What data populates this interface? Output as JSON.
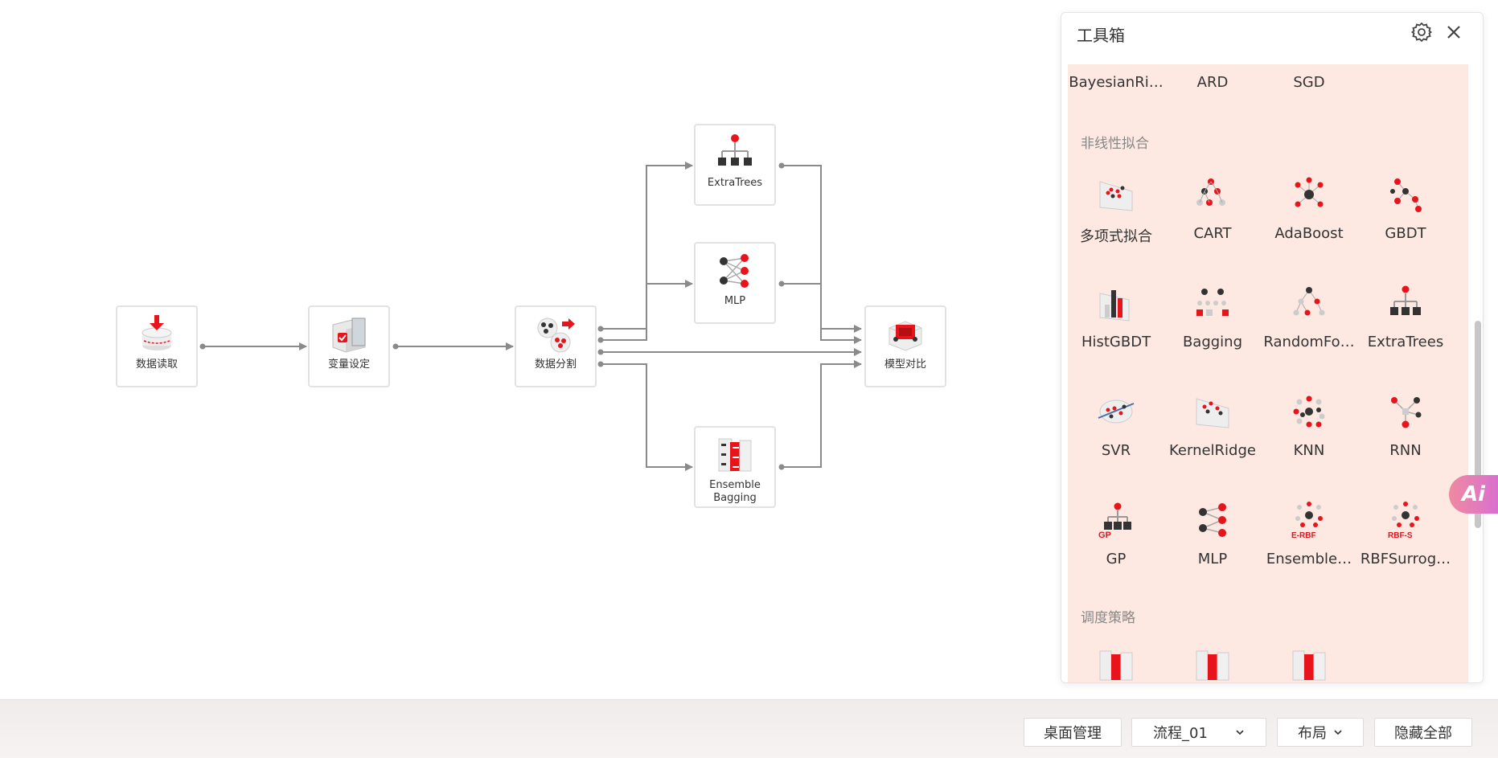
{
  "flow": {
    "nodes": {
      "read": "数据读取",
      "vars": "变量设定",
      "split": "数据分割",
      "extratrees": "ExtraTrees",
      "mlp": "MLP",
      "ensemble": "Ensemble Bagging",
      "compare": "模型对比"
    }
  },
  "toolbox": {
    "title": "工具箱",
    "top_row": [
      "BayesianRi…",
      "ARD",
      "SGD"
    ],
    "sections": [
      {
        "title": "非线性拟合",
        "items": [
          {
            "label": "多项式拟合",
            "icon": "polyfit-icon"
          },
          {
            "label": "CART",
            "icon": "cart-icon"
          },
          {
            "label": "AdaBoost",
            "icon": "adaboost-icon"
          },
          {
            "label": "GBDT",
            "icon": "gbdt-icon"
          },
          {
            "label": "HistGBDT",
            "icon": "histgbdt-icon"
          },
          {
            "label": "Bagging",
            "icon": "bagging-icon"
          },
          {
            "label": "RandomFo…",
            "icon": "randomforest-icon"
          },
          {
            "label": "ExtraTrees",
            "icon": "extratrees-icon"
          },
          {
            "label": "SVR",
            "icon": "svr-icon"
          },
          {
            "label": "KernelRidge",
            "icon": "kernelridge-icon"
          },
          {
            "label": "KNN",
            "icon": "knn-icon"
          },
          {
            "label": "RNN",
            "icon": "rnn-icon"
          },
          {
            "label": "GP",
            "icon": "gp-icon"
          },
          {
            "label": "MLP",
            "icon": "mlp-icon"
          },
          {
            "label": "Ensemble…",
            "icon": "ensemble-rbf-icon"
          },
          {
            "label": "RBFSurrog…",
            "icon": "rbf-surrogate-icon"
          }
        ]
      },
      {
        "title": "调度策略",
        "items": [
          {
            "icon": "schedule-strategy-icon"
          },
          {
            "icon": "schedule-strategy-icon"
          },
          {
            "icon": "schedule-strategy-icon"
          }
        ]
      }
    ],
    "icon_labels": {
      "gp": "GP",
      "erbf": "E-RBF",
      "rbfs": "RBF-S"
    }
  },
  "ai_button": "Ai",
  "bottom_bar": {
    "desktop_manage": "桌面管理",
    "flow_select": "流程_01",
    "layout": "布局",
    "hide_all": "隐藏全部"
  },
  "colors": {
    "accent": "#e8141c",
    "panel_bg": "#fde8e2",
    "dark": "#333333",
    "edge": "#8a8a8a"
  }
}
